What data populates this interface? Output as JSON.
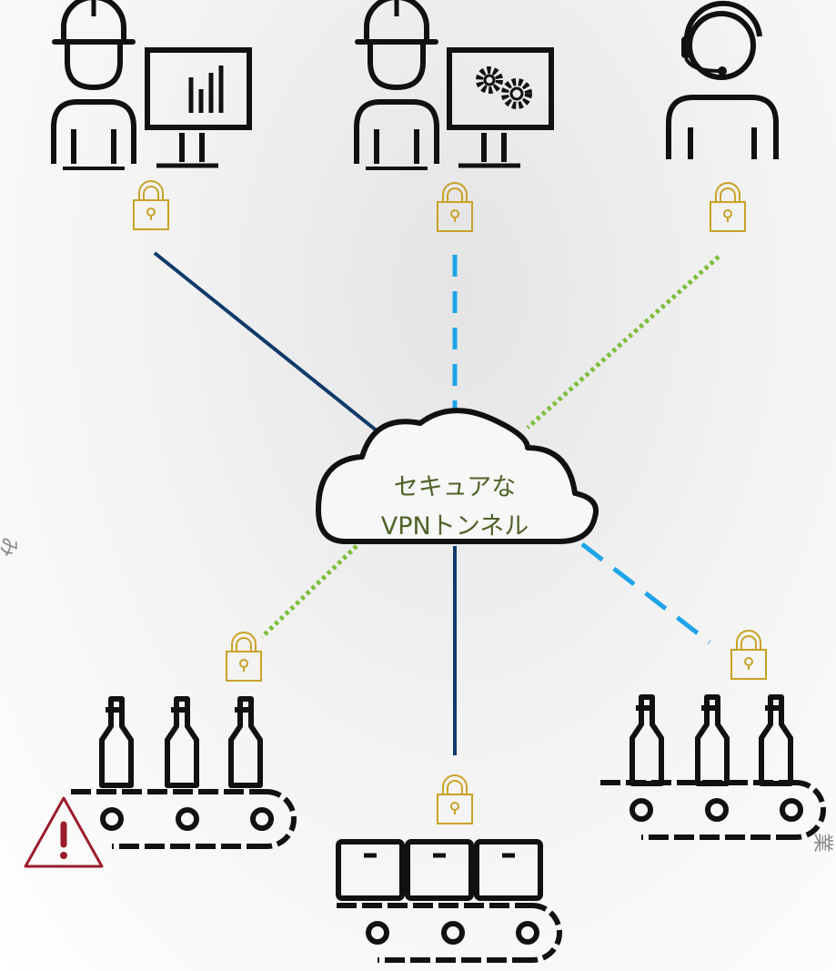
{
  "cloud": {
    "line1": "セキュアな",
    "line2": "VPNトンネル"
  },
  "colors": {
    "stroke": "#111111",
    "lock": "#c9a227",
    "solid_link": "#0e3a6b",
    "dashed_link": "#1ea4e8",
    "dotted_link": "#7cbf3a",
    "warning": "#9b1c2c",
    "cloud_text": "#4f6228"
  },
  "nodes": [
    {
      "id": "engineer-monitoring",
      "icon": "engineer-with-chart-monitor-icon",
      "link": "solid"
    },
    {
      "id": "engineer-config",
      "icon": "engineer-with-gears-monitor-icon",
      "link": "dashed"
    },
    {
      "id": "support-operator",
      "icon": "headset-operator-icon",
      "link": "dotted"
    },
    {
      "id": "bottle-line-left",
      "icon": "bottle-conveyor-icon",
      "link": "dotted",
      "alert": true
    },
    {
      "id": "box-line-center",
      "icon": "box-conveyor-icon",
      "link": "solid"
    },
    {
      "id": "bottle-line-right",
      "icon": "bottle-conveyor-icon",
      "link": "dashed"
    }
  ],
  "edge_text": {
    "left_glyph": "み",
    "right_glyph": "業"
  }
}
